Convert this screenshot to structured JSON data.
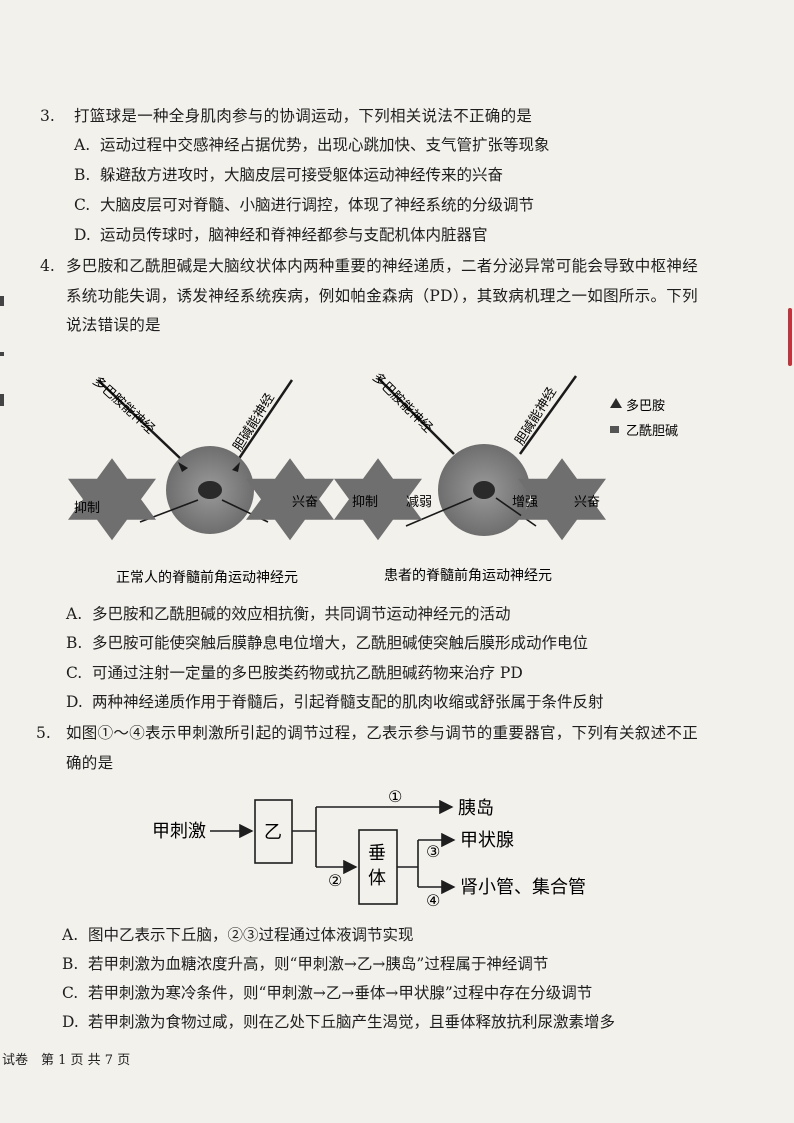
{
  "q3": {
    "num": "3.",
    "stem": "打篮球是一种全身肌肉参与的协调运动，下列相关说法不正确的是",
    "options": [
      {
        "label": "A.",
        "text": "运动过程中交感神经占据优势，出现心跳加快、支气管扩张等现象"
      },
      {
        "label": "B.",
        "text": "躲避敌方进攻时，大脑皮层可接受躯体运动神经传来的兴奋"
      },
      {
        "label": "C.",
        "text": "大脑皮层可对脊髓、小脑进行调控，体现了神经系统的分级调节"
      },
      {
        "label": "D.",
        "text": "运动员传球时，脑神经和脊神经都参与支配机体内脏器官"
      }
    ]
  },
  "q4": {
    "num": "4.",
    "stem_lines": [
      "多巴胺和乙酰胆碱是大脑纹状体内两种重要的神经递质，二者分泌异常可能会导致中枢神经",
      "系统功能失调，诱发神经系统疾病，例如帕金森病（PD），其致病机理之一如图所示。下列",
      "说法错误的是"
    ],
    "figure": {
      "left_neuron1": "多巴胺能神经",
      "left_neuron2": "胆碱能神经",
      "left_inhibit": "抑制",
      "left_excite": "兴奋",
      "left_caption": "正常人的脊髓前角运动神经元",
      "right_neuron1": "多巴胺能神经",
      "right_neuron2": "胆碱能神经",
      "right_inhibit": "抑制",
      "right_weaken": "减弱",
      "right_strengthen": "增强",
      "right_excite": "兴奋",
      "right_caption": "患者的脊髓前角运动神经元",
      "legend_dopamine": "多巴胺",
      "legend_ach": "乙酰胆碱"
    },
    "options": [
      {
        "label": "A.",
        "text": "多巴胺和乙酰胆碱的效应相抗衡，共同调节运动神经元的活动"
      },
      {
        "label": "B.",
        "text": "多巴胺可能使突触后膜静息电位增大，乙酰胆碱使突触后膜形成动作电位"
      },
      {
        "label": "C.",
        "text": "可通过注射一定量的多巴胺类药物或抗乙酰胆碱药物来治疗 PD"
      },
      {
        "label": "D.",
        "text": "两种神经递质作用于脊髓后，引起脊髓支配的肌肉收缩或舒张属于条件反射"
      }
    ]
  },
  "q5": {
    "num": "5.",
    "stem_lines": [
      "如图①～④表示甲刺激所引起的调节过程，乙表示参与调节的重要器官，下列有关叙述不正",
      "确的是"
    ],
    "diagram": {
      "stimulus": "甲刺激",
      "organ_yi": "乙",
      "pituitary_1": "垂",
      "pituitary_2": "体",
      "target_islet": "胰岛",
      "target_thyroid": "甲状腺",
      "target_kidney": "肾小管、集合管",
      "step1": "①",
      "step2": "②",
      "step3": "③",
      "step4": "④"
    },
    "options": [
      {
        "label": "A.",
        "text": "图中乙表示下丘脑，②③过程通过体液调节实现"
      },
      {
        "label": "B.",
        "text": "若甲刺激为血糖浓度升高，则“甲刺激→乙→胰岛”过程属于神经调节"
      },
      {
        "label": "C.",
        "text": "若甲刺激为寒冷条件，则“甲刺激→乙→垂体→甲状腺”过程中存在分级调节"
      },
      {
        "label": "D.",
        "text": "若甲刺激为食物过咸，则在乙处下丘脑产生渴觉，且垂体释放抗利尿激素增多"
      }
    ]
  },
  "footer": "试卷　第 1 页 共 7 页"
}
